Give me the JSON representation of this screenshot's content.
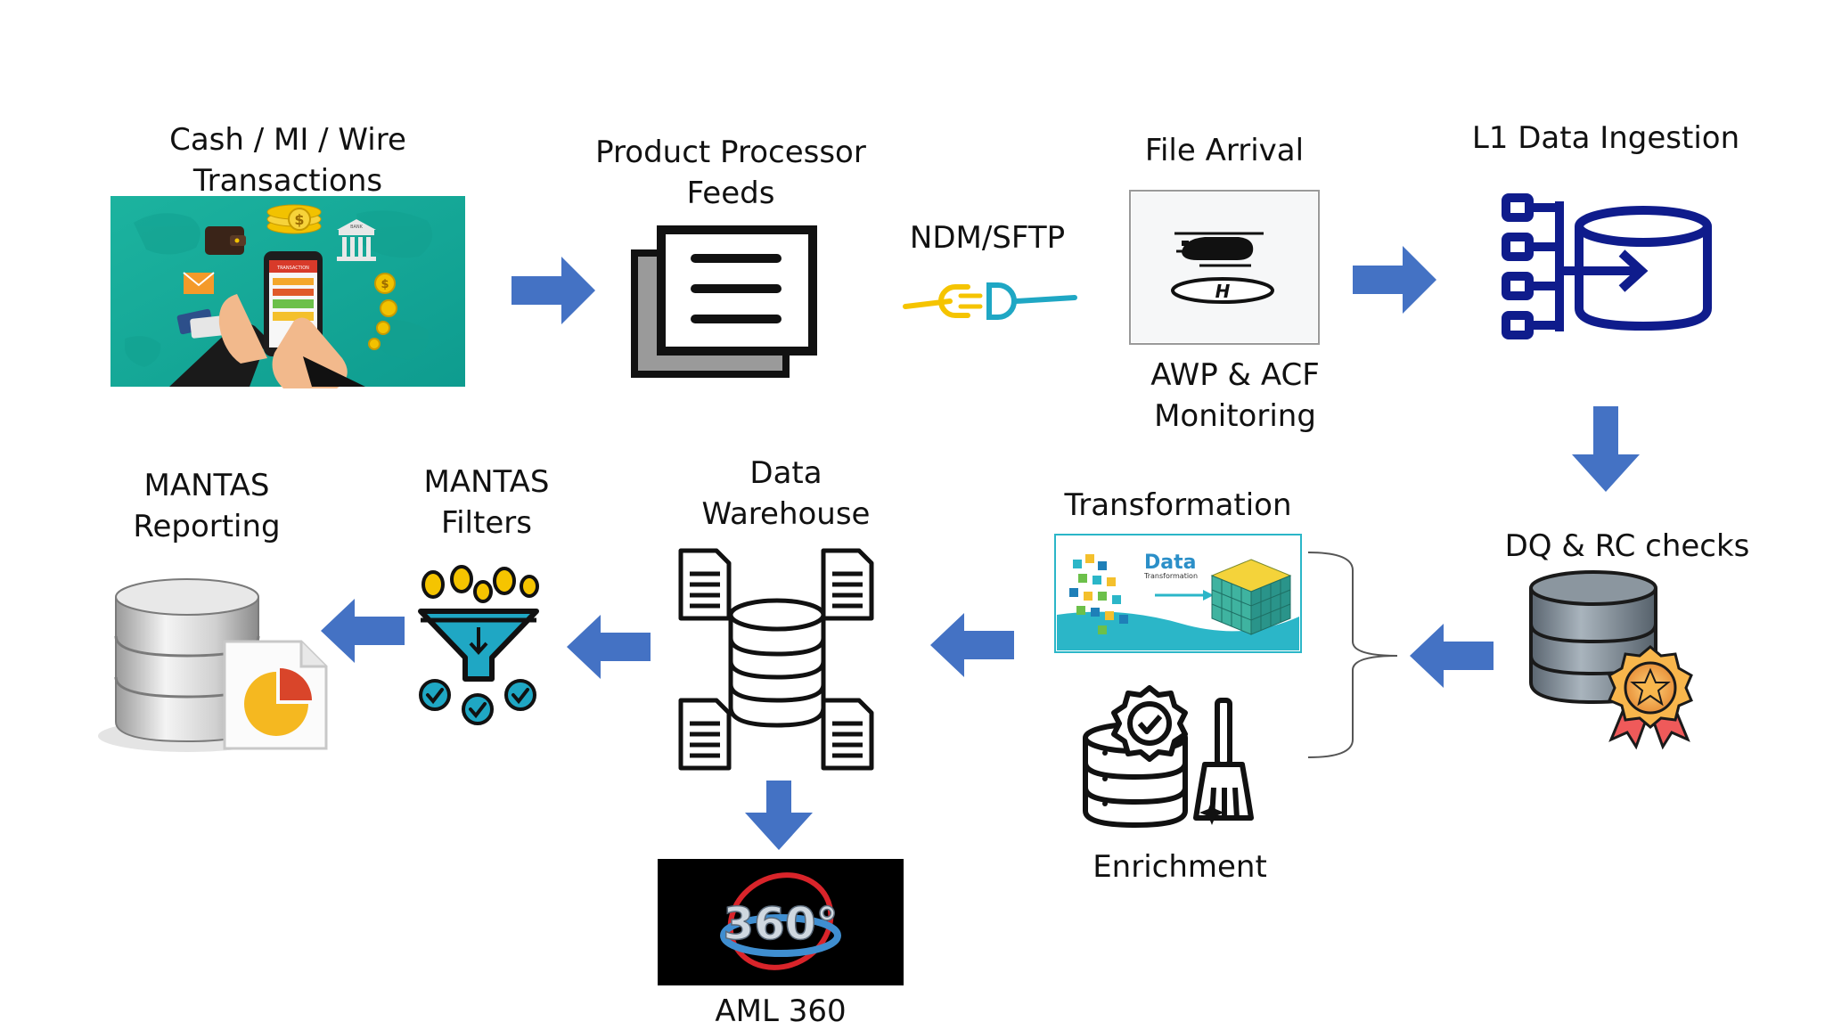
{
  "nodes": {
    "source": {
      "line1": "Cash / MI / Wire",
      "line2": "Transactions",
      "screen_word": "TRANSACTION",
      "bank_word": "BANK"
    },
    "feeds": {
      "line1": "Product Processor",
      "line2": "Feeds"
    },
    "transport": {
      "label": "NDM/SFTP"
    },
    "arrival": {
      "title": "File Arrival",
      "caption1": "AWP & ACF",
      "caption2": "Monitoring"
    },
    "ingestion": {
      "label": "L1 Data Ingestion"
    },
    "dq": {
      "label": "DQ & RC checks"
    },
    "transformation": {
      "label": "Transformation",
      "banner_word": "Data",
      "banner_sub": "Transformation"
    },
    "enrichment": {
      "label": "Enrichment"
    },
    "warehouse": {
      "line1": "Data",
      "line2": "Warehouse"
    },
    "filters": {
      "line1": "MANTAS",
      "line2": "Filters"
    },
    "reporting": {
      "line1": "MANTAS",
      "line2": "Reporting"
    },
    "aml": {
      "label": "AML 360",
      "logo_text": "360°"
    }
  },
  "colors": {
    "arrow": "#4472C4",
    "navy": "#0F1C8C",
    "teal": "#16A99A",
    "cyan": "#1FA7C4",
    "gold": "#F5C400"
  }
}
